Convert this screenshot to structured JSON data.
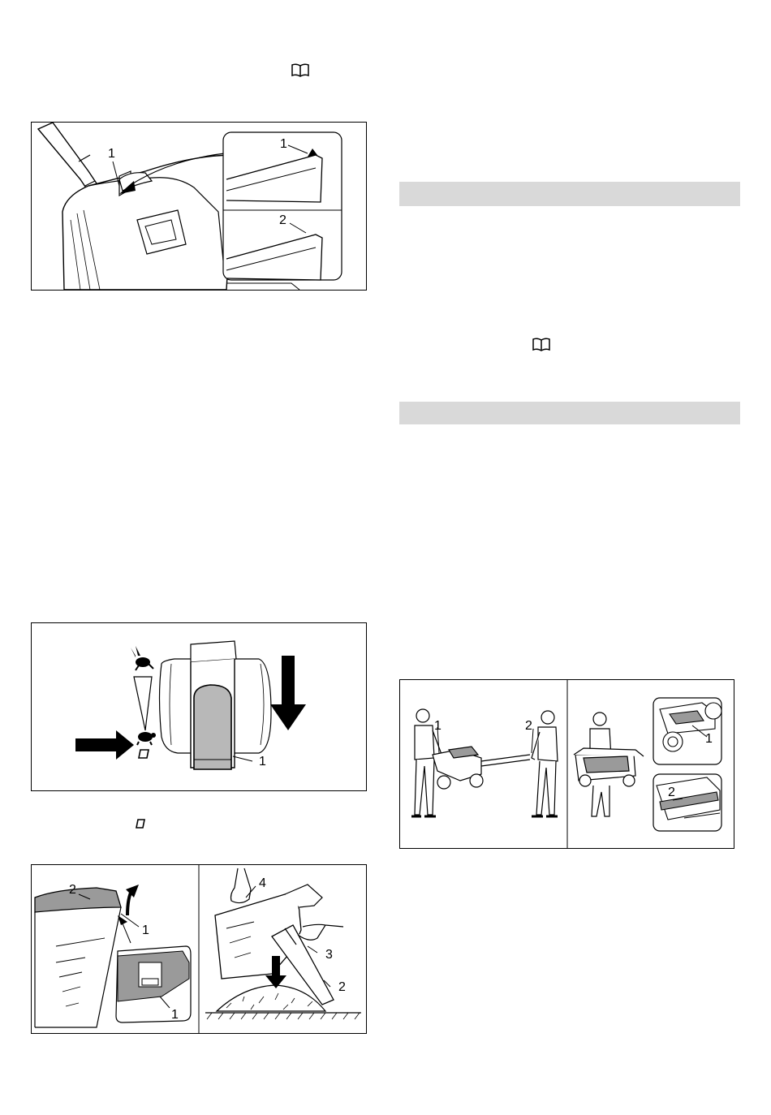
{
  "icons": {
    "manual": "open-book-icon",
    "mode": "square-mode-icon"
  },
  "fig1": {
    "callout_main": "1",
    "callout_inset_top": "1",
    "callout_inset_bottom": "2"
  },
  "fig2": {
    "callout": "1"
  },
  "fig3": {
    "left_callout_cover": "2",
    "left_callout_latch": "1",
    "left_callout_detail": "1",
    "right_callout_hand": "4",
    "right_callout_handle": "3",
    "right_callout_bag": "2"
  },
  "fig4": {
    "callout_person1": "1",
    "callout_person2": "2",
    "inset_top": "1",
    "inset_bottom": "2"
  },
  "mode_symbol": "▱"
}
